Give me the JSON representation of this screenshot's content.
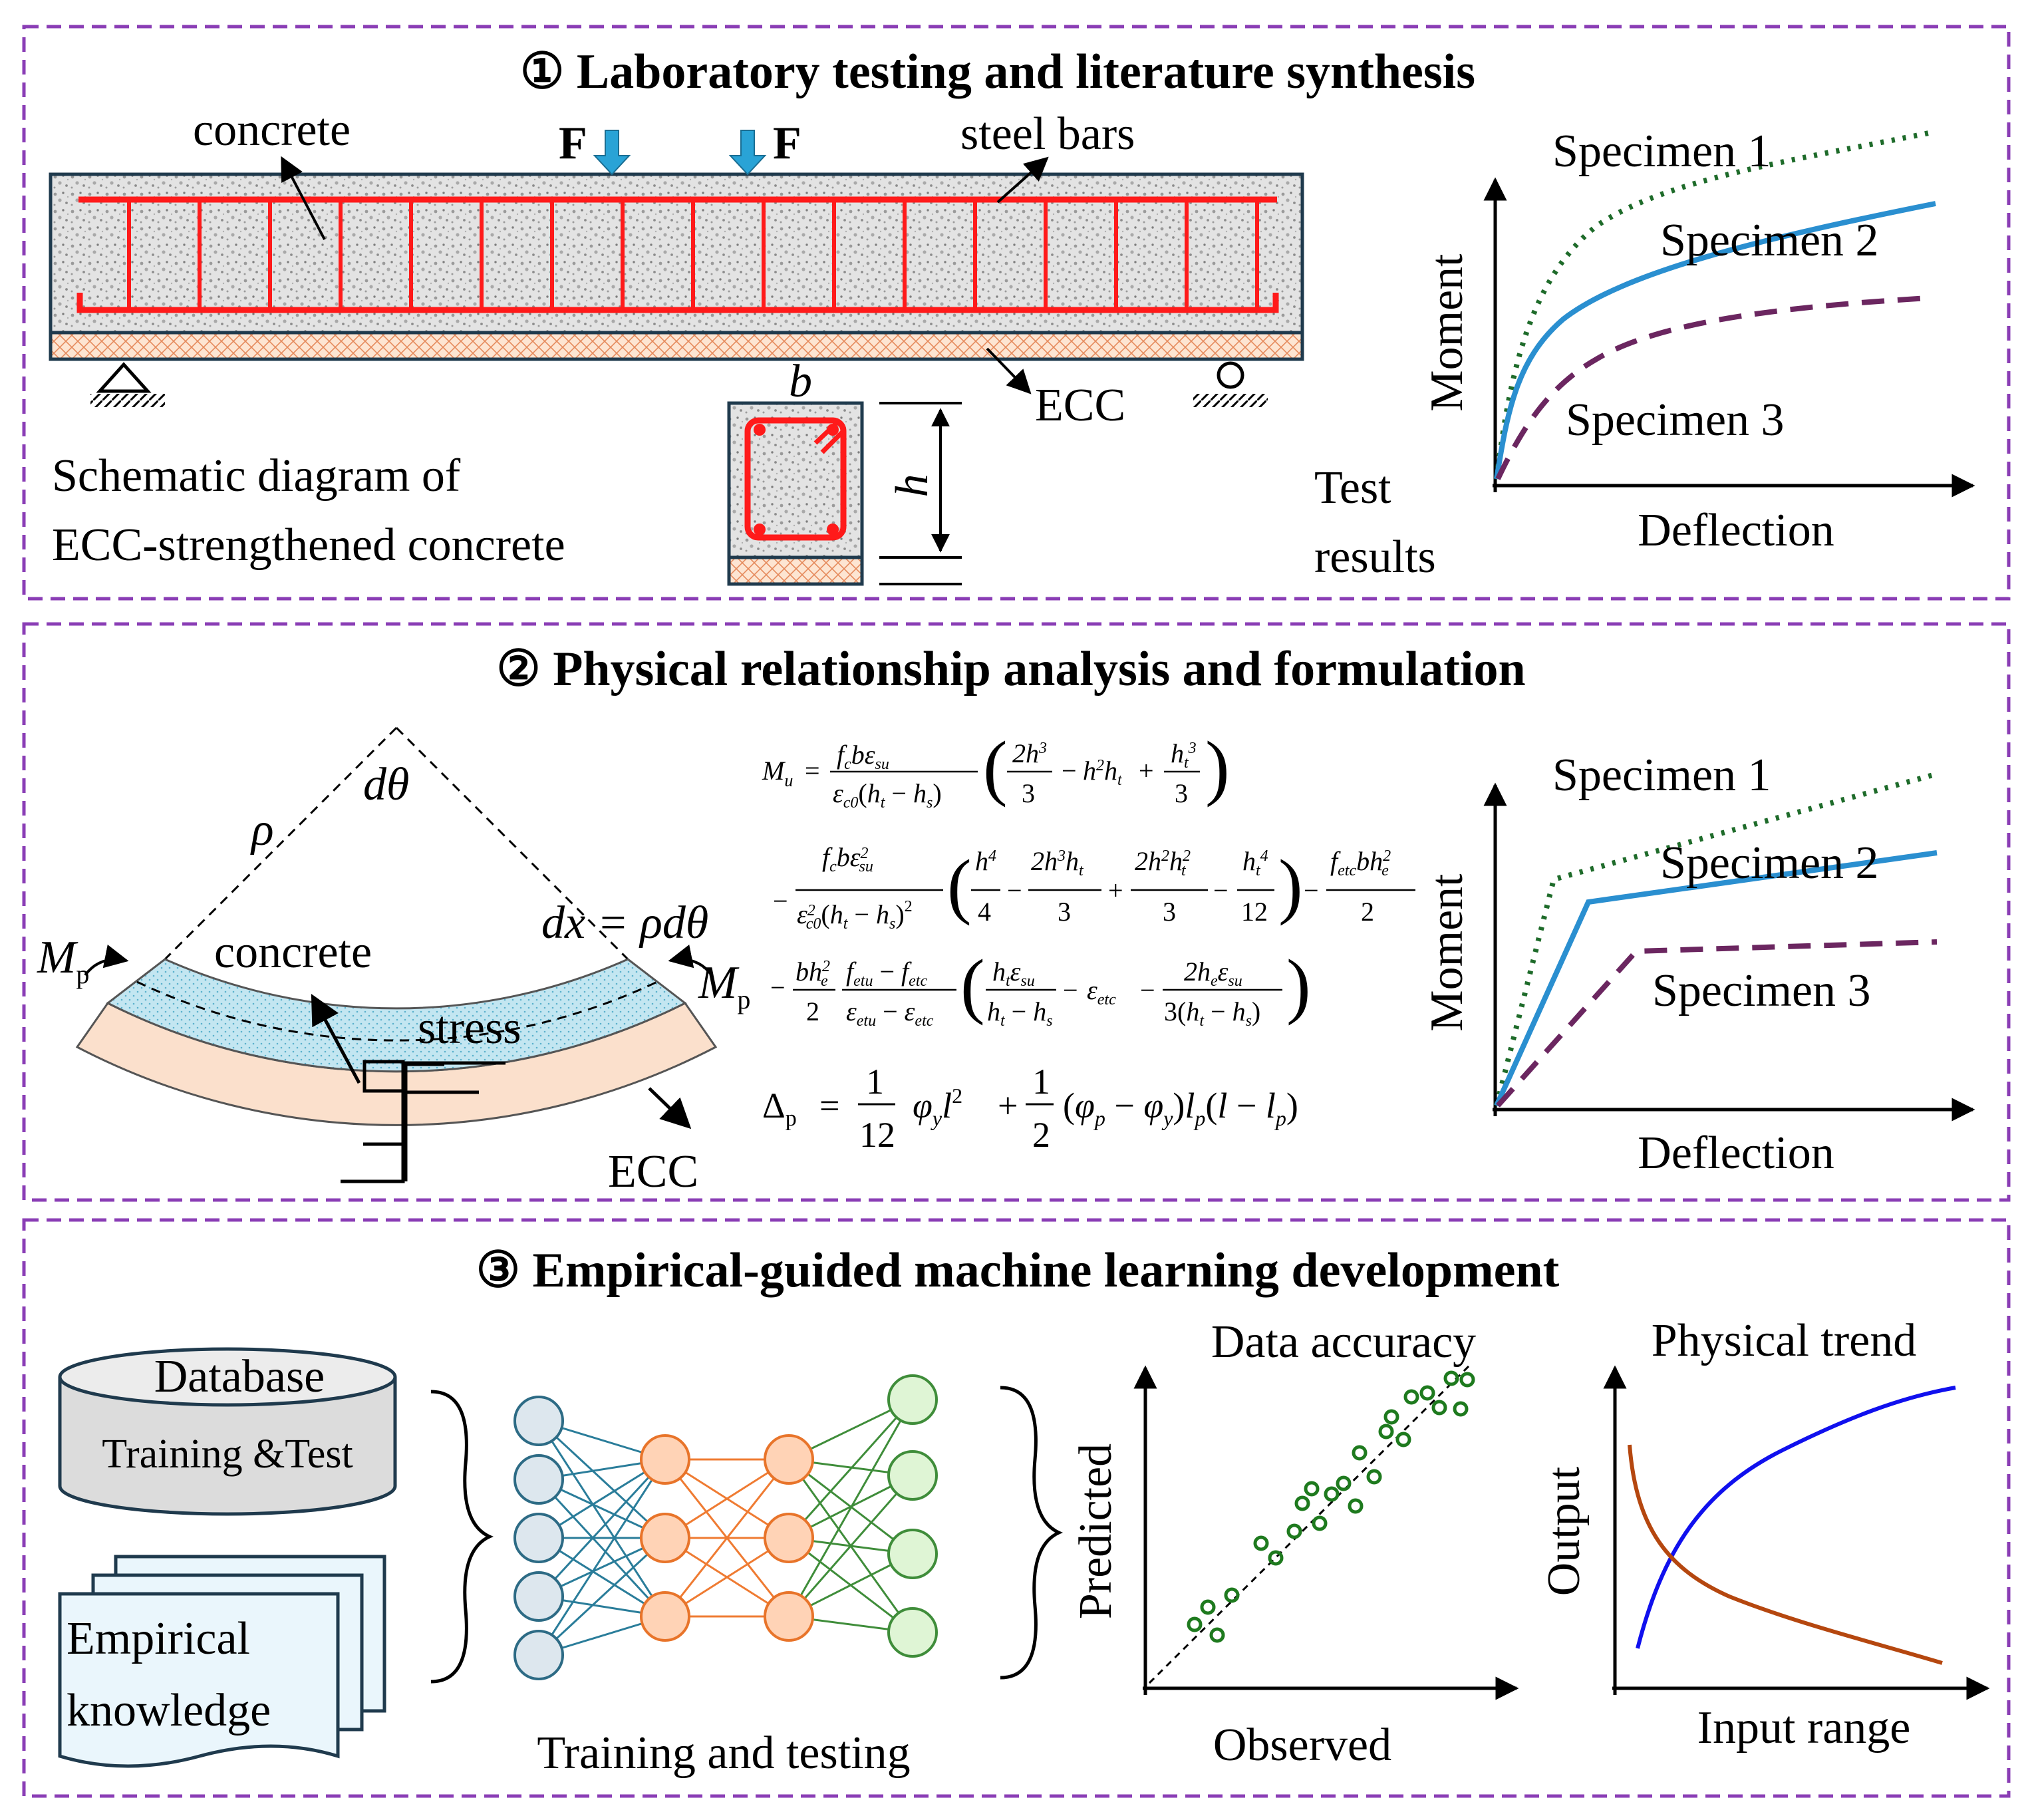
{
  "sections": {
    "s1": {
      "title": "① Laboratory testing and literature synthesis",
      "labels": {
        "concrete": "concrete",
        "force_left": "F",
        "force_right": "F",
        "steel_bars": "steel bars",
        "ecc": "ECC",
        "width_b": "b",
        "height_h": "h",
        "schematic_line1": "Schematic diagram of",
        "schematic_line2": "ECC-strengthened concrete",
        "test_line1": "Test",
        "test_line2": "results"
      },
      "chart": {
        "xlabel": "Deflection",
        "ylabel": "Moment",
        "series": [
          "Specimen 1",
          "Specimen 2",
          "Specimen 3"
        ]
      }
    },
    "s2": {
      "title": "② Physical relationship analysis and formulation",
      "labels": {
        "dtheta": "dθ",
        "rho": "ρ",
        "dx": "dx = ρdθ",
        "concrete": "concrete",
        "stress": "stress",
        "ecc": "ECC",
        "mp": "M",
        "mp_sub": "p"
      },
      "chart": {
        "xlabel": "Deflection",
        "ylabel": "Moment",
        "series": [
          "Specimen 1",
          "Specimen 2",
          "Specimen 3"
        ]
      }
    },
    "s3": {
      "title": "③ Empirical-guided machine learning development",
      "labels": {
        "database": "Database",
        "training_test": "Training &Test",
        "empirical": "Empirical",
        "knowledge": "knowledge",
        "nn_caption": "Training and testing"
      },
      "accuracy_chart": {
        "title": "Data accuracy",
        "xlabel": "Observed",
        "ylabel": "Predicted"
      },
      "trend_chart": {
        "title": "Physical trend",
        "xlabel": "Input range",
        "ylabel": "Output"
      }
    }
  },
  "colors": {
    "frame": "#8a3db5",
    "steel": "#ff1a1a",
    "arrow_force": "#29a3d6",
    "specimen1": "#1e6b2a",
    "specimen2": "#2a8fd0",
    "specimen3": "#6b2660",
    "nn_input": "#dde7ee",
    "nn_hidden": "#ffd3b6",
    "nn_output": "#dff5d5",
    "trend_blue": "#1010ee",
    "trend_brown": "#b5470f"
  }
}
